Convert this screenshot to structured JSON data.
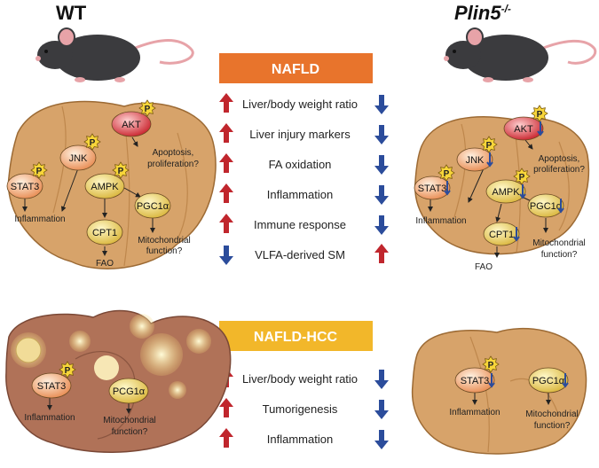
{
  "headers": {
    "left": "WT",
    "right_base": "Plin5",
    "right_sup": "-/-"
  },
  "nafld": {
    "title": "NAFLD",
    "color": "#e8742c",
    "rows": [
      {
        "label": "Liver/body weight ratio",
        "wt": "up",
        "ko": "down"
      },
      {
        "label": "Liver injury markers",
        "wt": "up",
        "ko": "down"
      },
      {
        "label": "FA oxidation",
        "wt": "up",
        "ko": "down"
      },
      {
        "label": "Inflammation",
        "wt": "up",
        "ko": "down"
      },
      {
        "label": "Immune response",
        "wt": "up",
        "ko": "down"
      },
      {
        "label": "VLFA-derived SM",
        "wt": "down",
        "ko": "up"
      }
    ]
  },
  "hcc": {
    "title": "NAFLD-HCC",
    "color": "#f2b72a",
    "rows": [
      {
        "label": "Liver/body weight ratio",
        "wt": "up",
        "ko": "down"
      },
      {
        "label": "Tumorigenesis",
        "wt": "up",
        "ko": "down"
      },
      {
        "label": "Inflammation",
        "wt": "up",
        "ko": "down"
      }
    ]
  },
  "nodes": {
    "akt": "AKT",
    "jnk": "JNK",
    "stat3": "STAT3",
    "ampk": "AMPK",
    "pgc1a": "PGC1α",
    "pcg1a": "PCG1α",
    "cpt1": "CPT1",
    "p": "P"
  },
  "labels": {
    "apoptosis1": "Apoptosis,",
    "apoptosis2": "proliferation?",
    "inflammation": "Inflammation",
    "fao": "FAO",
    "mito1": "Mitochondrial",
    "mito2": "function?"
  },
  "colors": {
    "liver": "#d7a36a",
    "liver_edge": "#9c6a34",
    "up_arrow": "#c0262d",
    "down_arrow": "#2b4c9b",
    "tumor_liver": "#b07258"
  }
}
